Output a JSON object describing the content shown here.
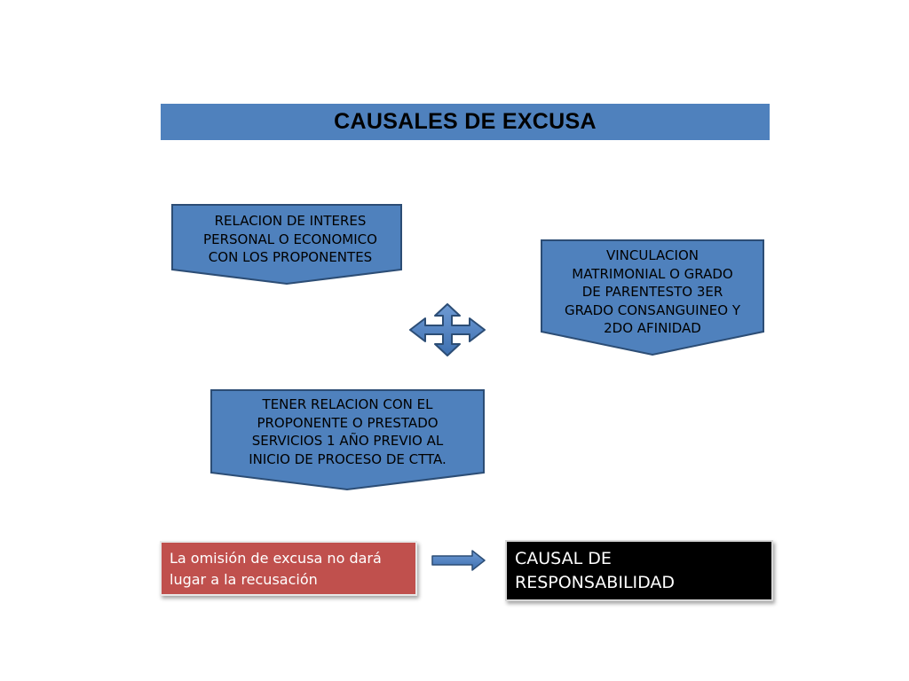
{
  "title": "CAUSALES DE EXCUSA",
  "boxes": {
    "interes": "RELACION DE INTERES\nPERSONAL O ECONOMICO\nCON LOS PROPONENTES",
    "vinculacion": "VINCULACION\nMATRIMONIAL O GRADO\nDE PARENTESTO 3ER\nGRADO CONSANGUINEO Y\n2DO AFINIDAD",
    "relacion": "TENER RELACION CON EL\nPROPONENTE O PRESTADO\nSERVICIOS 1 AÑO PREVIO AL\nINICIO DE PROCESO DE CTTA."
  },
  "omission": "La omisión de excusa no dará\nlugar a la recusación",
  "result": "CAUSAL DE\nRESPONSABILIDAD",
  "colors": {
    "title_fill": "#4f81bd",
    "box_fill": "#4f81bd",
    "box_stroke": "#2c4d75",
    "omission_fill": "#c0504d",
    "result_fill": "#000000"
  },
  "icons": {
    "center": "four-way-arrow-icon",
    "connector": "right-arrow-icon"
  }
}
